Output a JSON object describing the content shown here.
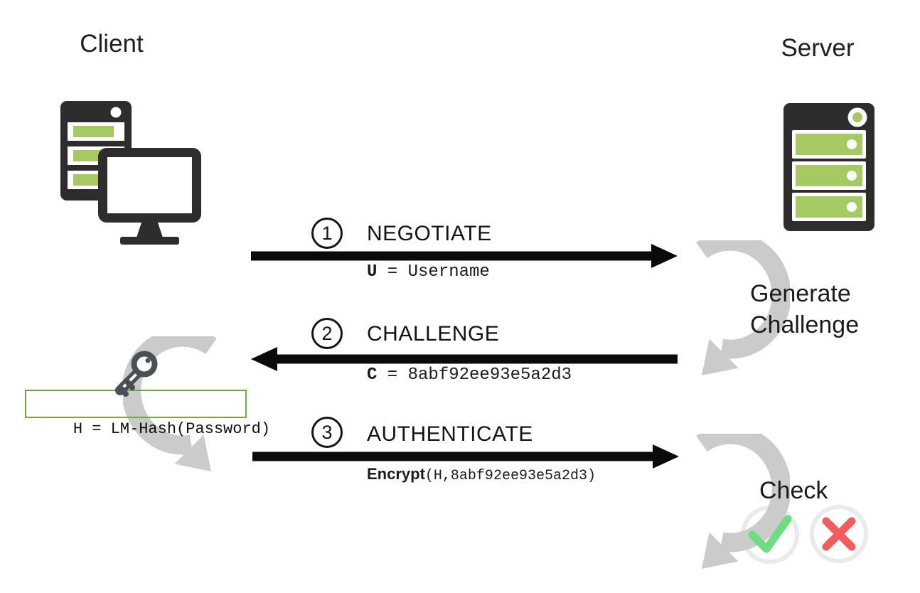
{
  "actors": {
    "client": "Client",
    "server": "Server"
  },
  "steps": [
    {
      "number": "1",
      "name": "NEGOTIATE",
      "direction": "client-to-server",
      "detail_prefix": "U",
      "detail_rest": " = Username"
    },
    {
      "number": "2",
      "name": "CHALLENGE",
      "direction": "server-to-client",
      "detail_prefix": "C",
      "detail_rest": " = 8abf92ee93e5a2d3"
    },
    {
      "number": "3",
      "name": "AUTHENTICATE",
      "direction": "client-to-server",
      "detail_prefix": "Encrypt",
      "detail_rest": "(H,8abf92ee93e5a2d3)"
    }
  ],
  "annotations": {
    "hash_formula": "H = LM-Hash(Password)",
    "server_step1": "Generate\nChallenge",
    "server_step3": "Check"
  },
  "icons": {
    "client": "client-computer-icon",
    "server": "server-rack-icon",
    "hash": "key-icon",
    "success": "check-icon",
    "failure": "cross-icon",
    "process_loop": "curved-arrow-icon"
  },
  "colors": {
    "accent_green": "#a6c964",
    "box_border_green": "#6fa83c",
    "icon_dark": "#2d2d2d",
    "arrow_black": "#0a0a0a",
    "loop_gray": "#cbcbcb",
    "ring_gray": "#eaeaea",
    "check_green": "#6edc80",
    "cross_red": "#f15d5d"
  }
}
